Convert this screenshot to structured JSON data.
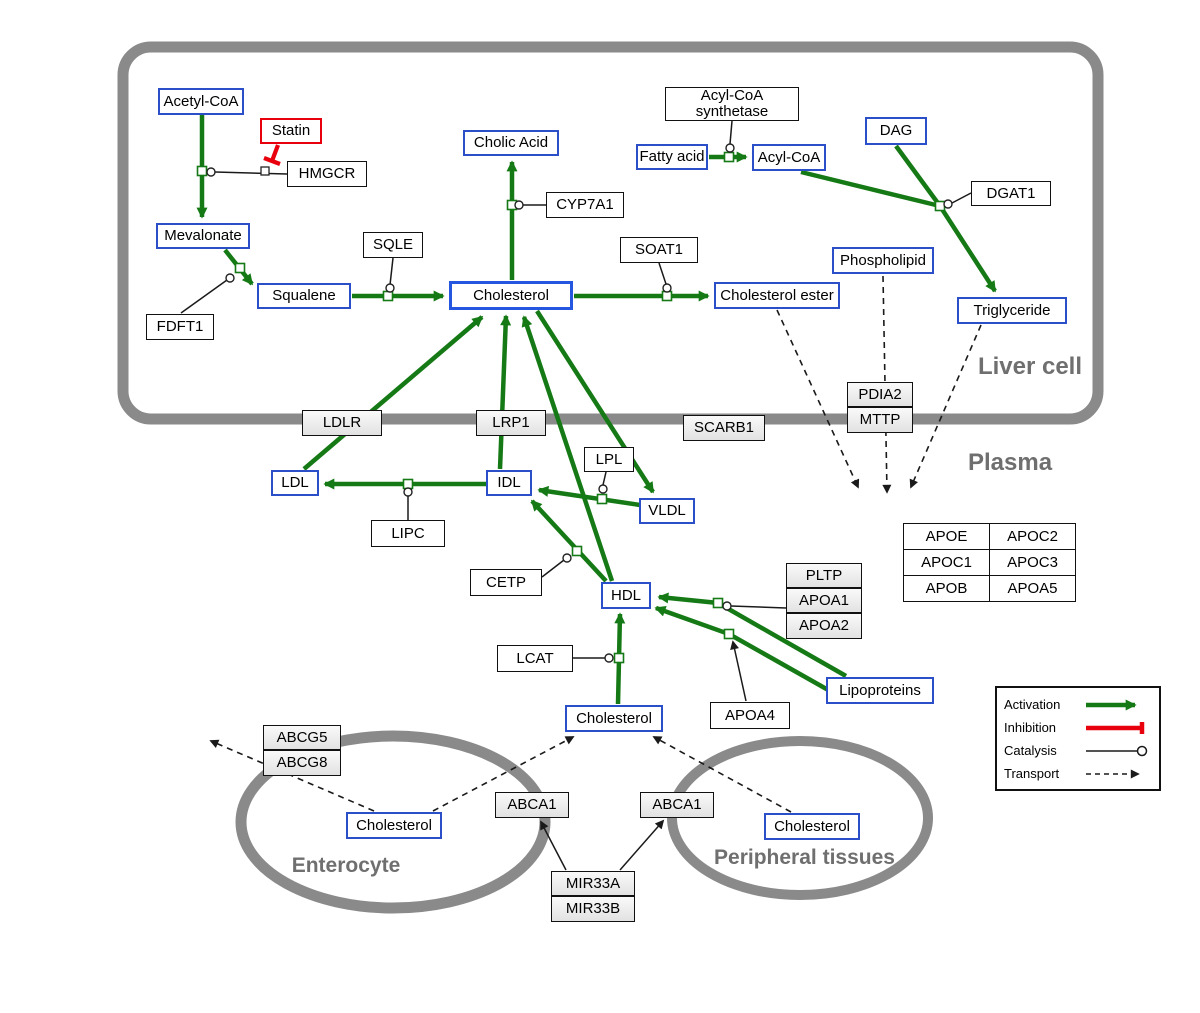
{
  "compartments": {
    "liver": "Liver cell",
    "plasma": "Plasma",
    "enterocyte": "Enterocyte",
    "peripheral": "Peripheral tissues"
  },
  "nodes": {
    "acetyl_coa": "Acetyl-CoA",
    "statin": "Statin",
    "hmgcr": "HMGCR",
    "mevalonate": "Mevalonate",
    "fdft1": "FDFT1",
    "squalene": "Squalene",
    "sqle": "SQLE",
    "cholesterol_liver": "Cholesterol",
    "cholic_acid": "Cholic Acid",
    "cyp7a1": "CYP7A1",
    "soat1": "SOAT1",
    "cholesterol_ester": "Cholesterol ester",
    "acyl_coa_synthetase_line1": "Acyl-CoA",
    "acyl_coa_synthetase_line2": "synthetase",
    "fatty_acid": "Fatty acid",
    "acyl_coa": "Acyl-CoA",
    "dag": "DAG",
    "dgat1": "DGAT1",
    "phospholipid": "Phospholipid",
    "triglyceride": "Triglyceride",
    "pdia2": "PDIA2",
    "mttp": "MTTP",
    "ldlr": "LDLR",
    "lrp1": "LRP1",
    "scarb1": "SCARB1",
    "ldl": "LDL",
    "idl": "IDL",
    "lipc": "LIPC",
    "lpl": "LPL",
    "vldl": "VLDL",
    "cetp": "CETP",
    "hdl": "HDL",
    "pltp": "PLTP",
    "apoa1": "APOA1",
    "apoa2": "APOA2",
    "lcat": "LCAT",
    "apoa4": "APOA4",
    "lipoproteins": "Lipoproteins",
    "cholesterol_plasma": "Cholesterol",
    "abcg5": "ABCG5",
    "abcg8": "ABCG8",
    "cholesterol_enterocyte": "Cholesterol",
    "abca1_enterocyte": "ABCA1",
    "abca1_peripheral": "ABCA1",
    "cholesterol_peripheral": "Cholesterol",
    "mir33a": "MIR33A",
    "mir33b": "MIR33B"
  },
  "apolipoproteins": [
    [
      "APOE",
      "APOC2"
    ],
    [
      "APOC1",
      "APOC3"
    ],
    [
      "APOB",
      "APOA5"
    ]
  ],
  "legend": {
    "activation": "Activation",
    "inhibition": "Inhibition",
    "catalysis": "Catalysis",
    "transport": "Transport"
  },
  "colors": {
    "activation_green": "#157a15",
    "inhibition_red": "#e8000d",
    "metabolite_blue": "#2b4fc8",
    "membrane_gray": "#8a8a8a"
  }
}
